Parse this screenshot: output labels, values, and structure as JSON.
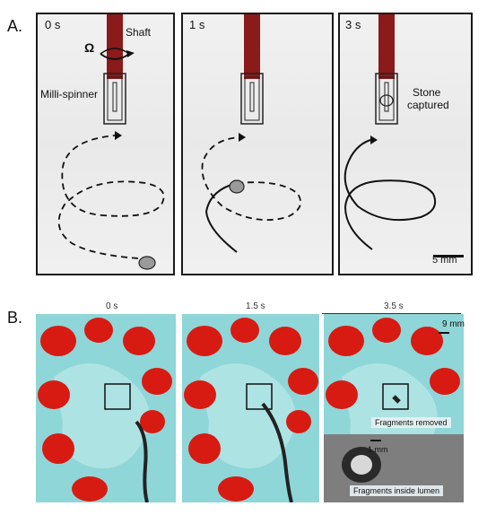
{
  "panel_a": {
    "letter": "A.",
    "frames": [
      {
        "time": "0 s"
      },
      {
        "time": "1 s"
      },
      {
        "time": "3 s"
      }
    ],
    "annotations": {
      "shaft": "Shaft",
      "omega": "Ω",
      "milli_spinner": "Milli-spinner",
      "stone_captured_line1": "Stone",
      "stone_captured_line2": "captured"
    },
    "scale_bar": "5 mm"
  },
  "panel_b": {
    "letter": "B.",
    "frames": [
      {
        "time": "0 s"
      },
      {
        "time": "1.5 s"
      },
      {
        "time": "3.5 s"
      }
    ],
    "scale_bar": "9 mm",
    "inset_scale_bar": "1 mm",
    "fragments_removed": "Fragments removed",
    "fragments_inside_lumen": "Fragments inside lumen"
  },
  "colors": {
    "shaft": "#8b1a1a",
    "phantom_bg": "#8fd6d8",
    "calyx_red": "#d81b12"
  }
}
